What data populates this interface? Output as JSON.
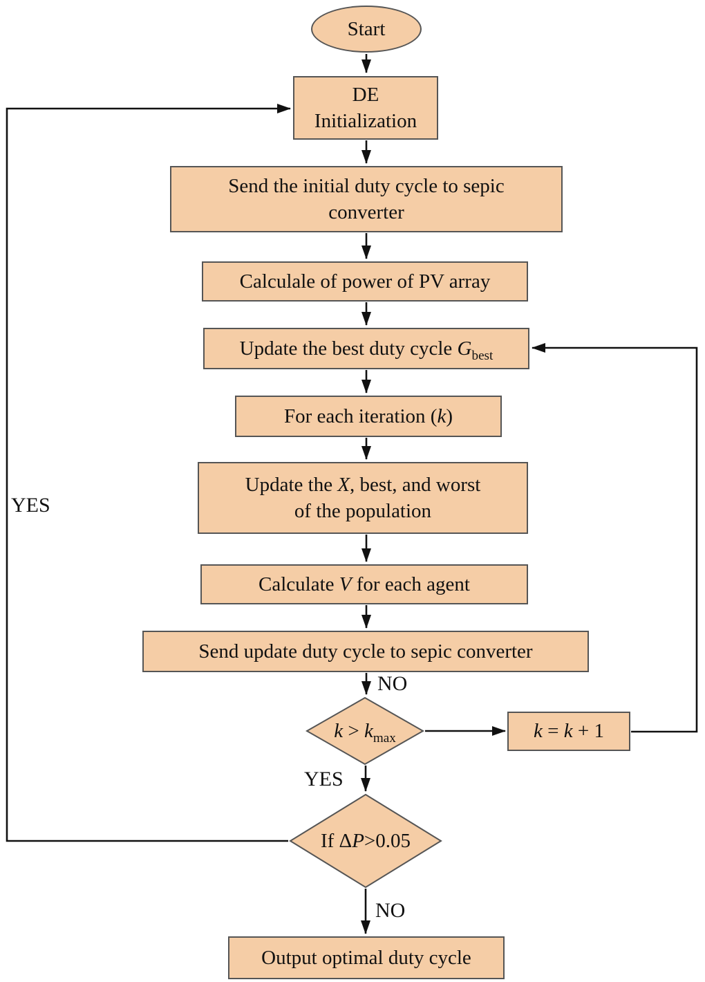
{
  "diagram": {
    "nodes": {
      "start": {
        "label": "Start"
      },
      "de_init": {
        "line1": "DE",
        "line2": "Initialization"
      },
      "send_initial": {
        "line1": "Send the initial duty cycle to sepic",
        "line2": "converter"
      },
      "calc_power": {
        "label": "Calculale of power of PV array"
      },
      "update_best": {
        "pre": "Update the best duty cycle ",
        "var": "G",
        "sub": "best"
      },
      "for_each": {
        "pre": "For each iteration (",
        "var": "k",
        "post": ")"
      },
      "update_pop": {
        "l1_pre": "Update the ",
        "l1_var": "X",
        "l1_post": ", best, and worst",
        "line2": "of the population"
      },
      "calc_v": {
        "pre": "Calculate ",
        "var": "V",
        "post": " for each agent"
      },
      "send_update": {
        "label": "Send update duty cycle to sepic converter"
      },
      "k_check": {
        "var1": "k",
        "op": " > ",
        "var2": "k",
        "sub": "max"
      },
      "k_inc": {
        "var1": "k",
        "mid": " = ",
        "var2": "k",
        "post": " + 1"
      },
      "dp_check": {
        "pre": "If Δ",
        "var": "P",
        "post": ">0.05"
      },
      "output": {
        "label": "Output optimal duty cycle"
      }
    },
    "edge_labels": {
      "no_loop": "NO",
      "yes_down": "YES",
      "yes_restart": "YES",
      "no_output": "NO"
    }
  },
  "colors": {
    "node_fill": "#f5cda6",
    "node_border": "#555555",
    "line": "#111111"
  }
}
